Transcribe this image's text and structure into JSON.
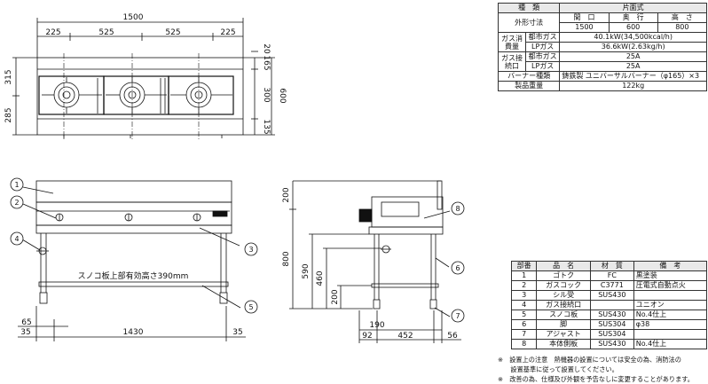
{
  "top_view": {
    "dims_top": [
      "1500",
      "225",
      "525",
      "525",
      "225"
    ],
    "dims_left": [
      "315",
      "285"
    ],
    "dims_right": [
      "20",
      "165",
      "300",
      "135",
      "600"
    ]
  },
  "front_view": {
    "balloons": [
      "1",
      "2",
      "3",
      "4",
      "5"
    ],
    "shelf_note": "スノコ板上部有効高さ390mm",
    "dims_bottom": [
      "65",
      "35",
      "1430",
      "35"
    ]
  },
  "side_view": {
    "balloons": [
      "8",
      "6",
      "7"
    ],
    "dims_left": [
      "200",
      "800",
      "590",
      "460",
      "200"
    ],
    "dims_bottom": [
      "190",
      "92",
      "452",
      "56"
    ]
  },
  "spec_table": {
    "row_type": {
      "label": "種　類",
      "value": "片面式"
    },
    "row_dims": {
      "label": "外形寸法",
      "headers": [
        "間　口",
        "奥　行",
        "高　さ"
      ],
      "values": [
        "1500",
        "600",
        "800"
      ]
    },
    "gas_consumption": {
      "label": "ガス消費量",
      "city_label": "都市ガス",
      "city_value": "40.1kW(34,500kcal/h)",
      "lp_label": "LPガス",
      "lp_value": "36.6kW(2.63kg/h)"
    },
    "gas_connection": {
      "label": "ガス接続口",
      "city_label": "都市ガス",
      "city_value": "25A",
      "lp_label": "LPガス",
      "lp_value": "25A"
    },
    "burner": {
      "label": "バーナー種類",
      "value_pre": "鋳鉄製",
      "value": "ユニバーサルバーナー（φ165）×3"
    },
    "weight": {
      "label": "製品重量",
      "value": "122kg"
    }
  },
  "parts_table": {
    "headers": [
      "部番",
      "品　名",
      "材　質",
      "備　考"
    ],
    "rows": [
      {
        "no": "1",
        "name": "ゴトク",
        "material": "FC",
        "note": "黒塗装"
      },
      {
        "no": "2",
        "name": "ガスコック",
        "material": "C3771",
        "note": "圧電式自動点火"
      },
      {
        "no": "3",
        "name": "シル受",
        "material": "SUS430",
        "note": ""
      },
      {
        "no": "4",
        "name": "ガス接続口",
        "material": "",
        "note": "ユニオン"
      },
      {
        "no": "5",
        "name": "スノコ板",
        "material": "SUS430",
        "note": "No.4仕上"
      },
      {
        "no": "6",
        "name": "脚",
        "material": "SUS304",
        "note": "φ38"
      },
      {
        "no": "7",
        "name": "アジャスト",
        "material": "SUS304",
        "note": ""
      },
      {
        "no": "8",
        "name": "本体側板",
        "material": "SUS430",
        "note": "No.4仕上"
      }
    ]
  },
  "notes": [
    "※　設置上の注意　熱機器の設置については安全の為、消防法の",
    "　　設置基準に従って設置してください。",
    "※　改善の為、仕様及び外観を予告なしに変更することがあります。"
  ]
}
